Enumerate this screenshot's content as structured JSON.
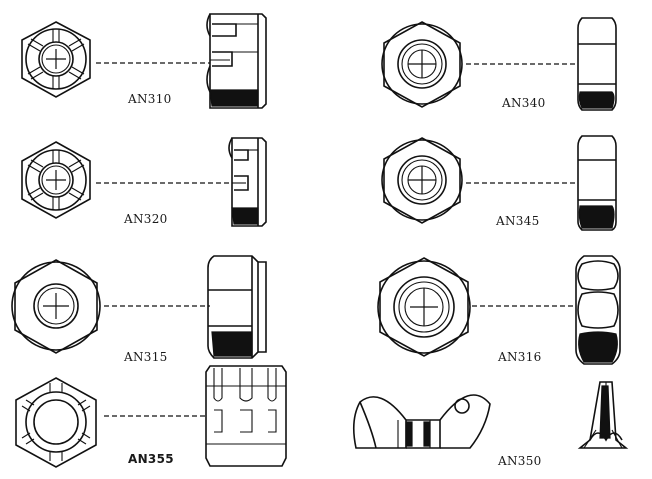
{
  "parts": [
    {
      "id": "an310",
      "label": "AN310",
      "style": "castle"
    },
    {
      "id": "an320",
      "label": "AN320",
      "style": "shear-castle"
    },
    {
      "id": "an315",
      "label": "AN315",
      "style": "plain"
    },
    {
      "id": "an355",
      "label": "AN355",
      "style": "slotted-engine",
      "label_bold": true
    },
    {
      "id": "an340",
      "label": "AN340",
      "style": "plain-fine-thread"
    },
    {
      "id": "an345",
      "label": "AN345",
      "style": "plain-check"
    },
    {
      "id": "an316",
      "label": "AN316",
      "style": "check"
    },
    {
      "id": "an350",
      "label": "AN350",
      "style": "wing"
    }
  ]
}
